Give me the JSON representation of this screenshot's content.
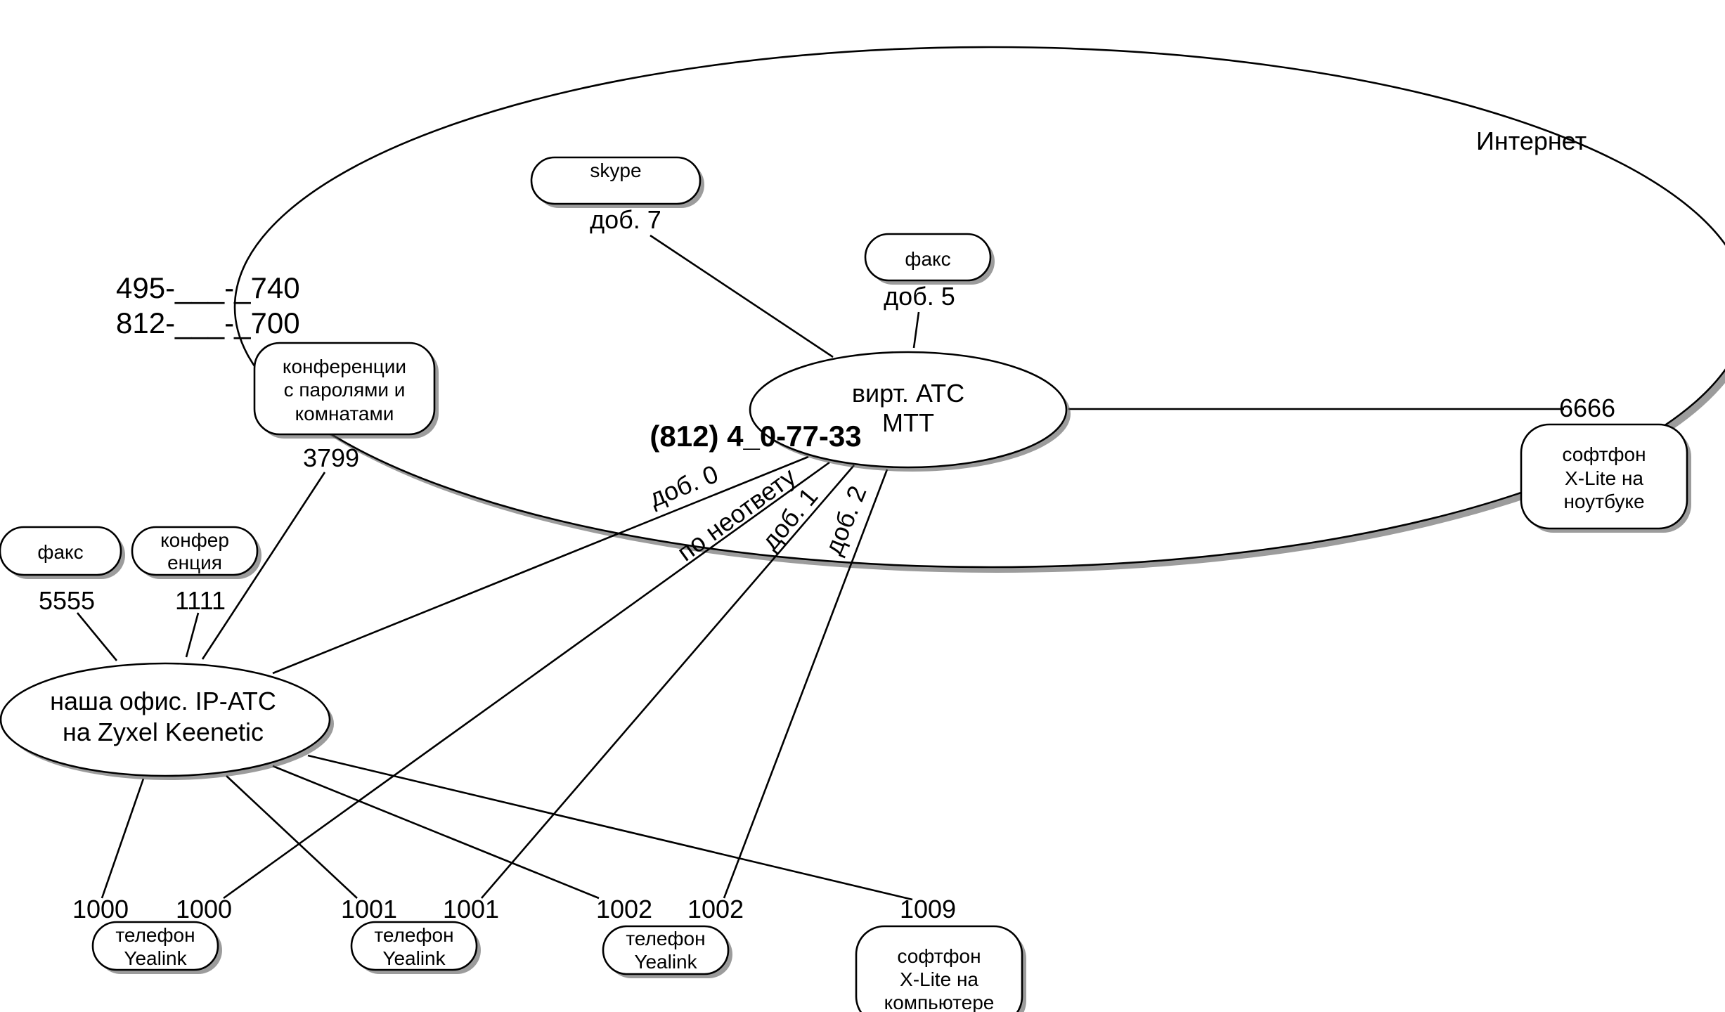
{
  "internet": {
    "label": "Интернет"
  },
  "virtual_pbx": {
    "line1": "вирт. АТС",
    "line2": "МТТ",
    "number": "(812) 4_0-77-33"
  },
  "office_pbx": {
    "line1": "наша офис. IP-АТС",
    "line2": "на Zyxel Keenetic"
  },
  "external_numbers": {
    "moscow": "495-___-_740",
    "spb": "812-___-_700"
  },
  "nodes": {
    "skype": {
      "line1": "skype",
      "ext": "доб. 7"
    },
    "fax_virtual": {
      "label": "факс",
      "ext": "доб. 5"
    },
    "conf_rooms": {
      "line1": "конференции",
      "line2": "с паролями и",
      "line3": "комнатами",
      "num": "3799"
    },
    "softphone_laptop": {
      "line1": "софтфон",
      "line2": "X-Lite на",
      "line3": "ноутбуке",
      "num": "6666"
    },
    "fax_office": {
      "label": "факс",
      "num": "5555"
    },
    "conference": {
      "line1": "конфер",
      "line2": "енция",
      "num": "1111"
    },
    "phone1": {
      "line1": "телефон",
      "line2": "Yealink",
      "num_a": "1000",
      "num_b": "1000"
    },
    "phone2": {
      "line1": "телефон",
      "line2": "Yealink",
      "num_a": "1001",
      "num_b": "1001"
    },
    "phone3": {
      "line1": "телефон",
      "line2": "Yealink",
      "num_a": "1002",
      "num_b": "1002"
    },
    "softphone_pc": {
      "line1": "софтфон",
      "line2": "X-Lite на",
      "line3": "компьютере",
      "num": "1009"
    }
  },
  "edge_labels": {
    "ext0": "доб. 0",
    "no_answer": "по неответу",
    "ext1": "доб. 1",
    "ext2": "доб. 2"
  }
}
